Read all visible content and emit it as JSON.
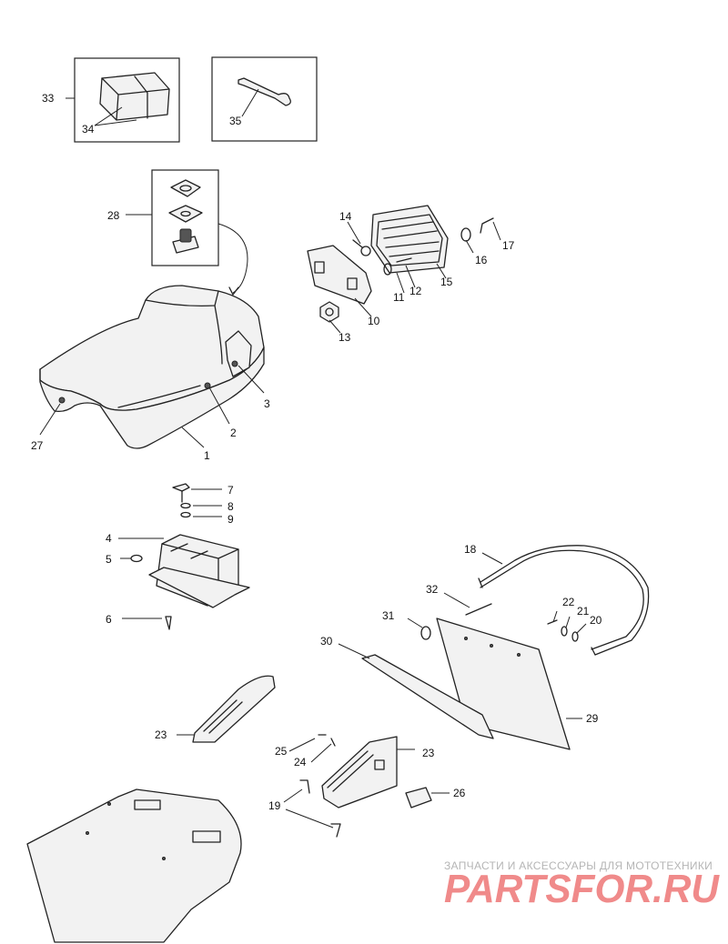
{
  "callouts": {
    "c1": "1",
    "c2": "2",
    "c3": "3",
    "c4": "4",
    "c5": "5",
    "c6": "6",
    "c7": "7",
    "c8": "8",
    "c9": "9",
    "c10": "10",
    "c11": "11",
    "c12": "12",
    "c13": "13",
    "c14": "14",
    "c15": "15",
    "c16": "16",
    "c17": "17",
    "c18": "18",
    "c19": "19",
    "c20": "20",
    "c21": "21",
    "c22": "22",
    "c23a": "23",
    "c23b": "23",
    "c24": "24",
    "c25": "25",
    "c26": "26",
    "c27": "27",
    "c28": "28",
    "c29": "29",
    "c30": "30",
    "c31": "31",
    "c32": "32",
    "c33": "33",
    "c34": "34",
    "c35": "35"
  },
  "watermark": {
    "tagline": "ЗАПЧАСТИ И АКСЕССУАРЫ ДЛЯ МОТОТЕХНИКИ",
    "logo": "PARTSFOR.RU"
  },
  "colors": {
    "ink": "#222222",
    "watermark_gray": "#b5b5b5",
    "watermark_red": "#f08a8a"
  }
}
